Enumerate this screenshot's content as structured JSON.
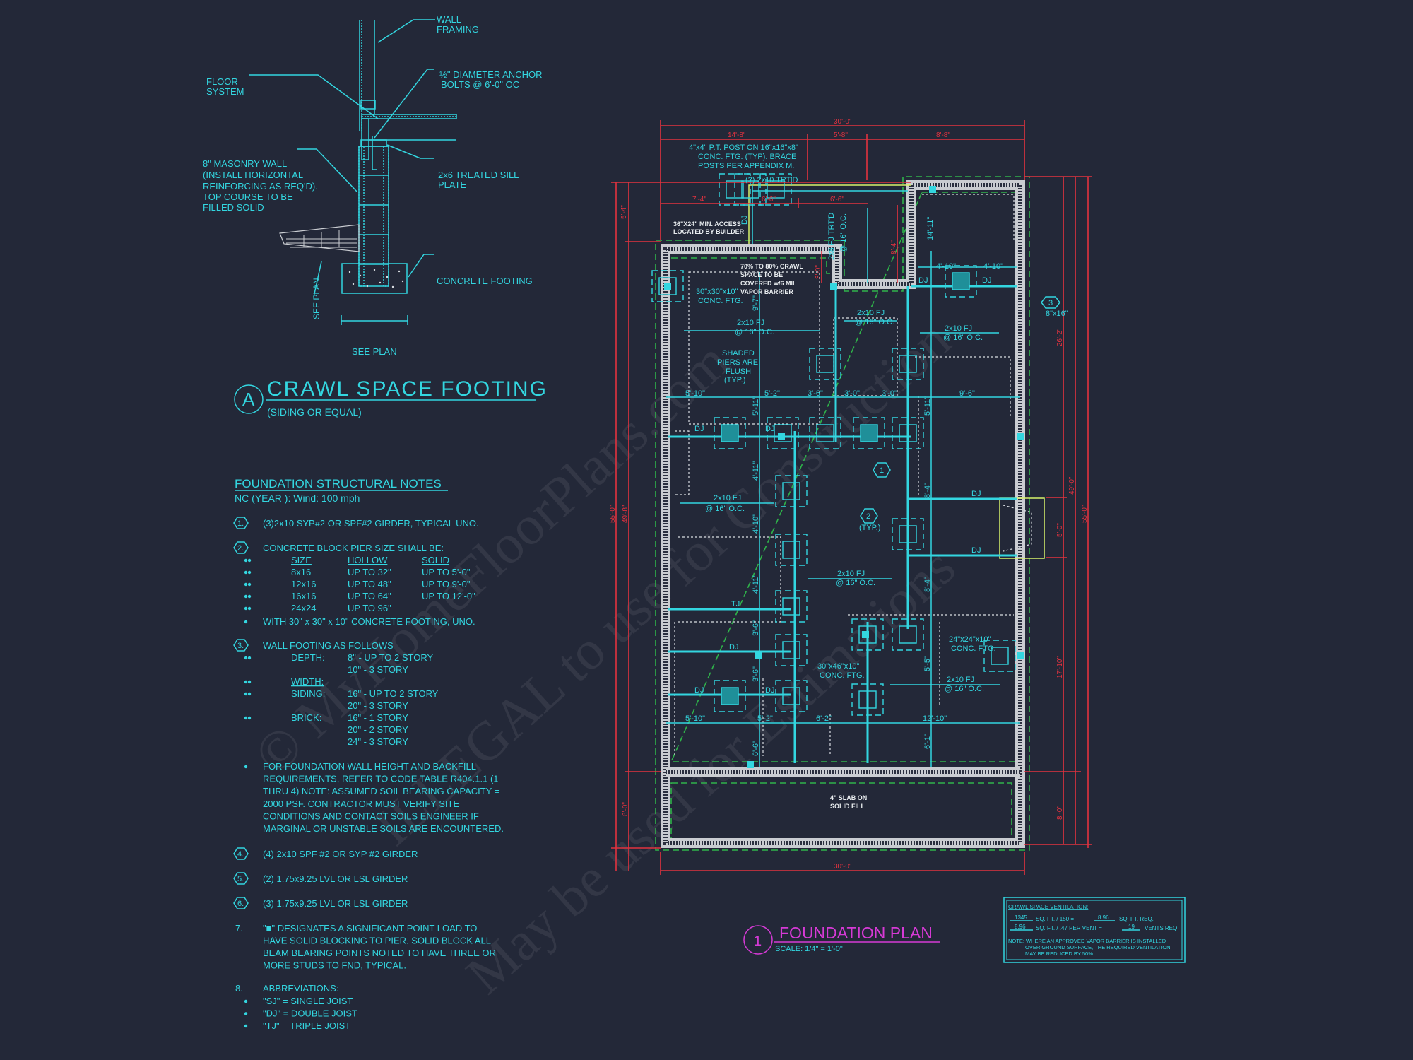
{
  "detail": {
    "callouts": {
      "wall_framing": [
        "WALL",
        "FRAMING"
      ],
      "anchor_bolts": [
        "½\" DIAMETER ANCHOR",
        "BOLTS @ 6'-0\" OC"
      ],
      "floor_system": [
        "FLOOR",
        "SYSTEM"
      ],
      "masonry_wall": [
        "8\" MASONRY WALL",
        "(INSTALL HORIZONTAL",
        "REINFORCING AS REQ'D).",
        "TOP COURSE TO BE",
        "FILLED SOLID"
      ],
      "sill_plate": [
        "2x6 TREATED SILL",
        "PLATE"
      ],
      "concrete_footing": "CONCRETE FOOTING",
      "see_plan_vertical": "SEE PLAN",
      "see_plan_horizontal": "SEE PLAN"
    },
    "marker": "A",
    "title": "CRAWL SPACE FOOTING",
    "subtitle": "(SIDING OR EQUAL)"
  },
  "notes": {
    "heading": "FOUNDATION STRUCTURAL NOTES",
    "subheading": "NC (YEAR ): Wind: 100 mph",
    "n1": {
      "tag": "1.",
      "text": "(3)2x10 SYP#2 OR SPF#2 GIRDER, TYPICAL UNO."
    },
    "n2": {
      "tag": "2.",
      "text": "CONCRETE BLOCK PIER SIZE SHALL BE:",
      "headers": [
        "SIZE",
        "HOLLOW",
        "SOLID"
      ],
      "rows": [
        [
          "8x16",
          "UP TO 32\"",
          "UP TO 5'-0\""
        ],
        [
          "12x16",
          "UP TO 48\"",
          "UP TO 9'-0\""
        ],
        [
          "16x16",
          "UP TO 64\"",
          "UP TO 12'-0\""
        ],
        [
          "24x24",
          "UP TO 96\"",
          ""
        ]
      ],
      "footing": "WITH 30\" x 30\" x 10\" CONCRETE FOOTING, UNO."
    },
    "n3": {
      "tag": "3.",
      "text": "WALL FOOTING AS FOLLOWS",
      "depth_label": "DEPTH:",
      "depth": [
        "8\" - UP TO 2 STORY",
        "10\" - 3 STORY"
      ],
      "width_label": "WIDTH:",
      "siding_label": "SIDING:",
      "siding": [
        "16\" - UP TO 2 STORY",
        "20\" - 3 STORY"
      ],
      "brick_label": "BRICK:",
      "brick": [
        "16\" - 1 STORY",
        "20\" - 2 STORY",
        "24\" - 3 STORY"
      ],
      "paragraph": [
        "FOR FOUNDATION WALL HEIGHT AND BACKFILL",
        "REQUIREMENTS, REFER TO CODE TABLE R404.1.1 (1",
        "THRU 4) NOTE: ASSUMED SOIL BEARING CAPACITY =",
        "2000 PSF. CONTRACTOR MUST VERIFY SITE",
        "CONDITIONS AND CONTACT SOILS ENGINEER IF",
        "MARGINAL OR UNSTABLE SOILS ARE ENCOUNTERED."
      ]
    },
    "n4": {
      "tag": "4.",
      "text": "(4) 2x10 SPF #2 OR SYP #2 GIRDER"
    },
    "n5": {
      "tag": "5.",
      "text": "(2) 1.75x9.25 LVL OR LSL GIRDER"
    },
    "n6": {
      "tag": "6.",
      "text": "(3) 1.75x9.25 LVL OR LSL GIRDER"
    },
    "n7": {
      "tag": "7.",
      "lines": [
        "\"■\" DESIGNATES A SIGNIFICANT POINT LOAD TO",
        "HAVE SOLID BLOCKING TO  PIER. SOLID BLOCK ALL",
        "BEAM BEARING POINTS NOTED TO HAVE THREE OR",
        "MORE STUDS TO FND, TYPICAL."
      ]
    },
    "n8": {
      "tag": "8.",
      "text": "ABBREVIATIONS:",
      "items": [
        "\"SJ\" = SINGLE JOIST",
        "\"DJ\" = DOUBLE JOIST",
        "\"TJ\" = TRIPLE JOIST"
      ]
    }
  },
  "plan": {
    "labels": [
      "4\"x4\" P.T. POST ON 16\"x16\"x8\"",
      "CONC. FTG. (TYP). BRACE",
      "POSTS PER APPENDIX M.",
      "(2) 2x10 TRT'D",
      "DJ",
      "2x8 FJ TRT'D",
      "@ 16\" O.C.",
      "30\"x30\"x10\"",
      "CONC. FTG.",
      "2x10 FJ",
      "@ 16\" O.C.",
      "2x10 FJ",
      "@ 16\" O.C.",
      "2x10 FJ",
      "@ 16\" O.C.",
      "SHADED",
      "PIERS ARE",
      "FLUSH",
      "(TYP.)",
      "5'-10\"",
      "5'-2\"",
      "3'-6\"",
      "3'-0\"",
      "3'-0\"",
      "9'-6\"",
      "DJ",
      "DJ",
      "DJ",
      "DJ",
      "DJ",
      "DJ",
      "4'-10\"",
      "4'-10\"",
      "14'-11\"",
      "2x10 FJ",
      "@ 16\" O.C.",
      "2x10 FJ",
      "@ 16\" O.C.",
      "2x10 FJ",
      "@ 16\" O.C.",
      "30\"x46\"x10\"",
      "CONC. FTG.",
      "24\"x24\"x10\"",
      "CONC. FTG.",
      "TJ",
      "DJ",
      "DJ",
      "DJ",
      "(TYP.)",
      "5'-10\"",
      "5'-2\"",
      "6'-2\"",
      "12'-10\"",
      "8\"x16\"",
      "9'-7\"",
      "5'-11\"",
      "5'-11\"",
      "4'-11\"",
      "4'-10\"",
      "4'-11\"",
      "3'-6\"",
      "3'-6\"",
      "6'-6\"",
      "8'-4\"",
      "8'-4\"",
      "5'-5\"",
      "6'-1\""
    ],
    "notes_white": [
      "36\"X24\" MIN. ACCESS",
      "LOCATED BY BUILDER",
      "70% TO 80% CRAWL",
      "SPACE TO BE",
      "COVERED w/6 MIL",
      "VAPOR BARRIER",
      "4\" SLAB ON",
      "SOLID FILL"
    ],
    "tags": [
      "1",
      "2",
      "3"
    ],
    "dimensions": [
      "30'-0\"",
      "14'-8\"",
      "5'-8\"",
      "8'-8\"",
      "7'-4\"",
      "6'-6\"",
      "6'-6\"",
      "5'-4\"",
      "55'-0\"",
      "49'-8\"",
      "8'-0\"",
      "26'-2\"",
      "5'-0\"",
      "17'-10\"",
      "8'-0\"",
      "49'-0\"",
      "55'-0\"",
      "30'-0\"",
      "8'-4\"",
      "3'-0\""
    ],
    "title_marker": "1",
    "title": "FOUNDATION PLAN",
    "scale": "SCALE: 1/4\" = 1'-0\""
  },
  "ventilation": {
    "heading": "CRAWL SPACE VENTILATION:",
    "row1": {
      "value1": "1345",
      "text1": "SQ. FT. / 150 =",
      "value2": "8.96",
      "text2": "SQ. FT. REQ."
    },
    "row2": {
      "value1": "8.96",
      "text1": "SQ. FT. / .47 PER VENT =",
      "value2": "19",
      "text2": "VENTS REQ."
    },
    "note": [
      "NOTE:  WHERE AN APPROVED VAPOR BARRIER IS INSTALLED",
      "OVER GROUND SURFACE, THE REQUIRED VENTILATION",
      "MAY BE REDUCED BY 50%"
    ]
  },
  "watermark": [
    "© MyHomeFloorPlans.com",
    "ILLEGAL to use for Construction",
    "May be used for Estimations"
  ],
  "colors": {
    "background": "#232838",
    "linework": "#33d6e0",
    "dimensions": "#e2323f",
    "title": "#d63ad6",
    "footing_outline": "#2fb34a",
    "walls": "#c9ccd1"
  }
}
